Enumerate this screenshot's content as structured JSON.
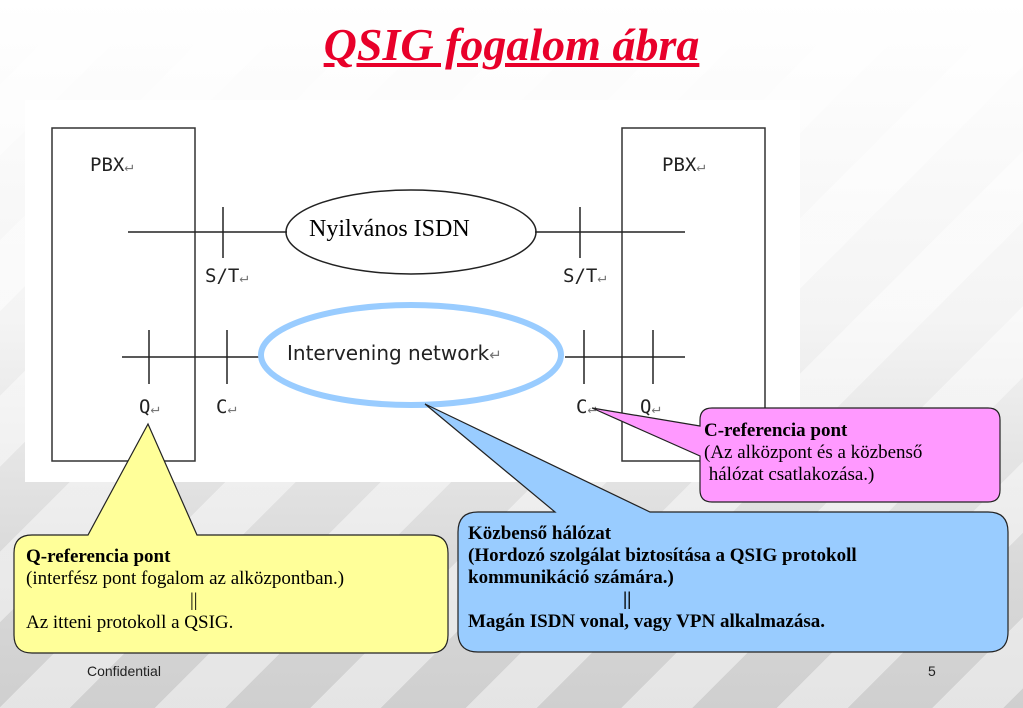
{
  "title": "QSIG fogalom ábra",
  "diagram": {
    "left_pbx": "PBX",
    "right_pbx": "PBX",
    "public_network": "Nyilvános ISDN",
    "intervening_network": "Intervening network",
    "st_left": "S/T",
    "st_right": "S/T",
    "q_left": "Q",
    "c_left": "C",
    "c_right": "C",
    "q_right": "Q",
    "return_mark": "↵"
  },
  "callouts": {
    "c_reference": {
      "heading": "C-referencia pont",
      "line1": "(Az alközpont és a közbenső",
      "line2": " hálózat csatlakozása.)"
    },
    "intermediate_network": {
      "heading": "Közbenső hálózat",
      "line1": "(Hordozó szolgálat biztosítása a QSIG protokoll",
      "line2": "kommunikáció számára.)",
      "arrow": "||",
      "line3": "Magán ISDN vonal, vagy VPN alkalmazása."
    },
    "q_reference": {
      "heading": "Q-referencia pont",
      "line1": "(interfész pont fogalom az alközpontban.)",
      "arrow": "||",
      "line2": "Az itteni protokoll a QSIG."
    }
  },
  "footer": {
    "confidential": "Confidential",
    "page_number": "5"
  },
  "colors": {
    "title": "#e8002a",
    "c_callout_fill": "#ff99ff",
    "network_callout_fill": "#99ccff",
    "q_callout_fill": "#ffff99",
    "intervening_ellipse": "#99ccff"
  }
}
